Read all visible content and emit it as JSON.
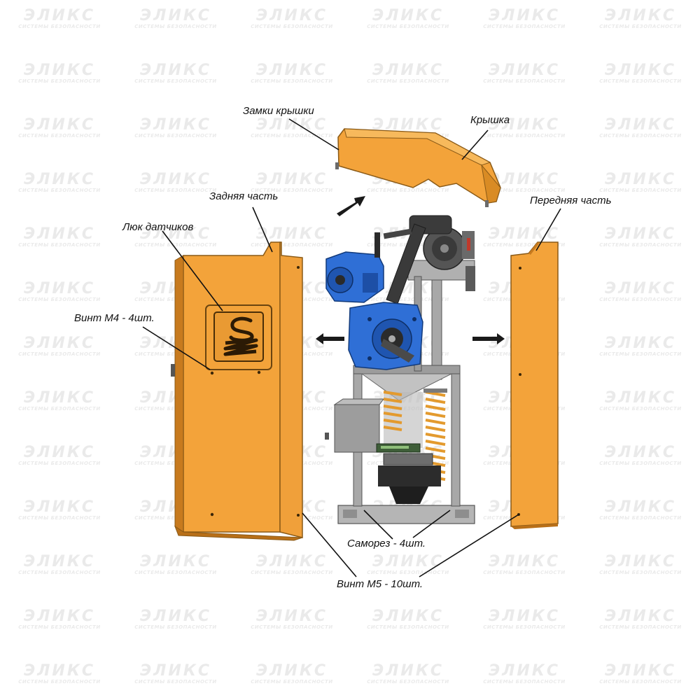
{
  "watermark": {
    "logo": "ЭЛИКС",
    "sub": "СИСТЕМЫ БЕЗОПАСНОСТИ"
  },
  "colors": {
    "panel": "#F3A33A",
    "panel_edge": "#C77A1E",
    "motor": "#2F6FD6",
    "frame": "#9A9A9A",
    "spring": "#E39A2E"
  },
  "labels": {
    "cover_locks": "Замки крышки",
    "cover": "Крышка",
    "rear_part": "Задняя часть",
    "front_part": "Передняя часть",
    "sensor_hatch": "Люк датчиков",
    "screw_m4": "Винт М4 - 4шт.",
    "self_tapping_screw": "Саморез - 4шт.",
    "screw_m5": "Винт М5 - 10шт."
  }
}
